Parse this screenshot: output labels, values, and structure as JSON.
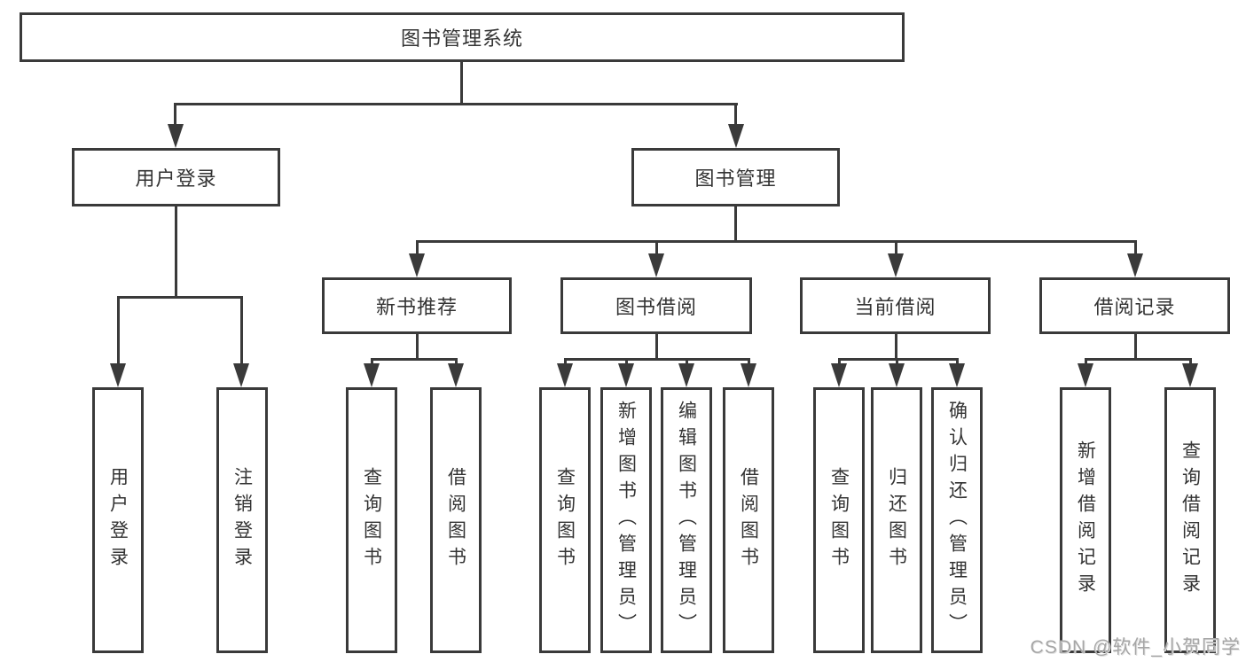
{
  "diagram": {
    "root": {
      "label": "图书管理系统"
    },
    "level2": [
      {
        "label": "用户登录"
      },
      {
        "label": "图书管理"
      }
    ],
    "level3": [
      {
        "label": "新书推荐"
      },
      {
        "label": "图书借阅"
      },
      {
        "label": "当前借阅"
      },
      {
        "label": "借阅记录"
      }
    ],
    "level4": {
      "user_login": [
        {
          "label": "用户登录"
        },
        {
          "label": "注销登录"
        }
      ],
      "new_book": [
        {
          "label": "查询图书"
        },
        {
          "label": "借阅图书"
        }
      ],
      "book_borrow": [
        {
          "label": "查询图书"
        },
        {
          "label": "新增图书（管理员）"
        },
        {
          "label": "编辑图书（管理员）"
        },
        {
          "label": "借阅图书"
        }
      ],
      "current_borrow": [
        {
          "label": "查询图书"
        },
        {
          "label": "归还图书"
        },
        {
          "label": "确认归还（管理员）"
        }
      ],
      "borrow_records": [
        {
          "label": "新增借阅记录"
        },
        {
          "label": "查询借阅记录"
        }
      ]
    }
  },
  "watermark": {
    "text": "CSDN @软件_小贺同学"
  },
  "colors": {
    "line": "#3a3a3a",
    "text": "#333333",
    "background": "#ffffff",
    "watermark": "#a6a6a6"
  }
}
